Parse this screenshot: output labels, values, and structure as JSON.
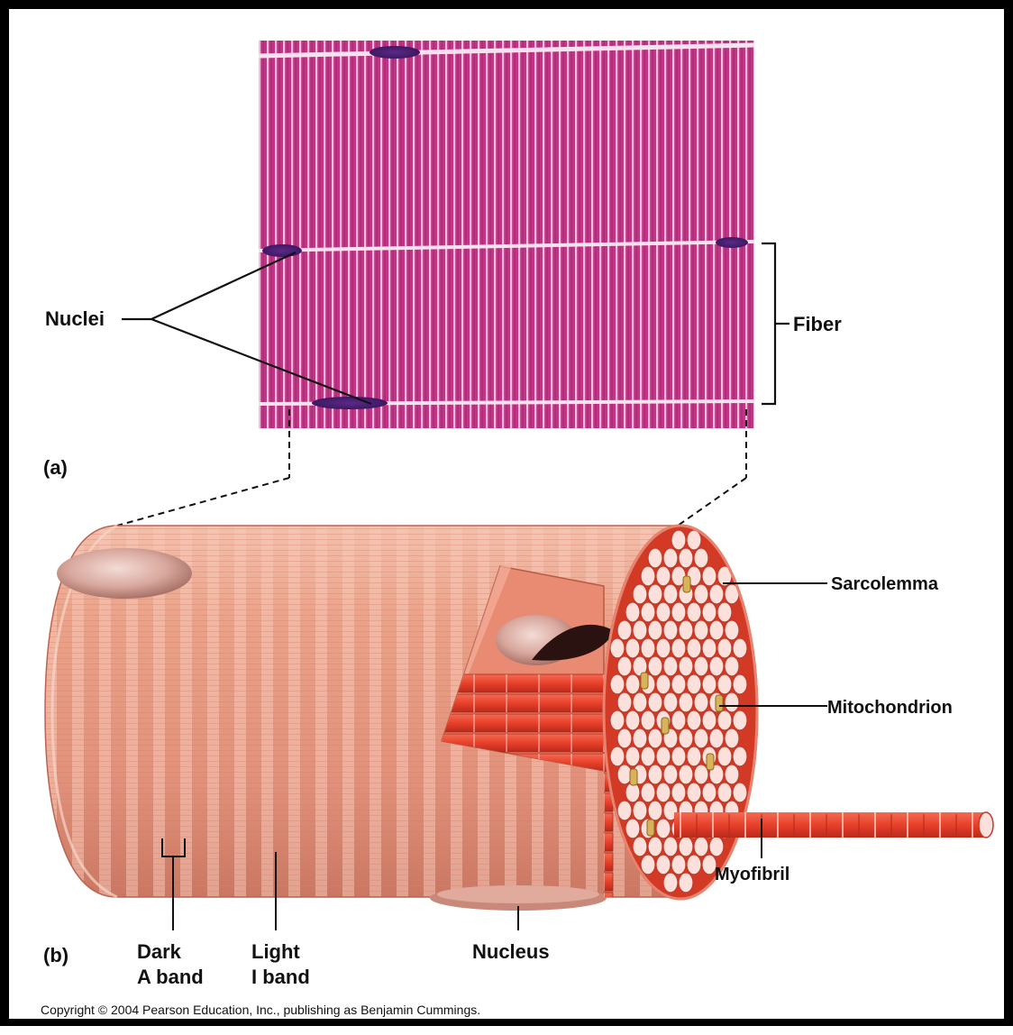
{
  "labels": {
    "nuclei": "Nuclei",
    "fiber": "Fiber",
    "part_a": "(a)",
    "part_b": "(b)",
    "sarcolemma": "Sarcolemma",
    "mitochondrion": "Mitochondrion",
    "myofibril": "Myofibril",
    "nucleus": "Nucleus",
    "dark_line1": "Dark",
    "dark_line2": "A band",
    "light_line1": "Light",
    "light_line2": "I band"
  },
  "copyright": "Copyright © 2004 Pearson Education, Inc., publishing as Benjamin Cummings.",
  "colors": {
    "micrograph": "#c8378a",
    "fiber_body": "#e59a82",
    "myofibril": "#e84530",
    "myofibril_end": "#fbe0dc",
    "mitochondrion": "#d8b35a"
  }
}
